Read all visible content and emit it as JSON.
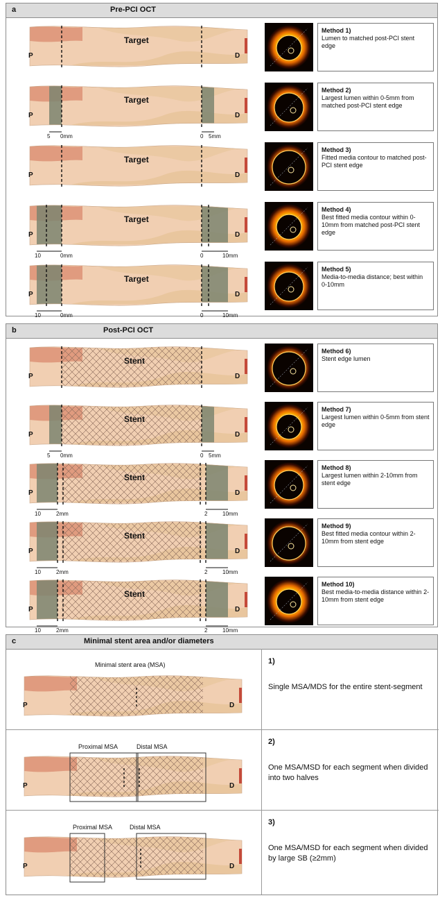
{
  "panel_a": {
    "letter": "a",
    "title": "Pre-PCI OCT",
    "rows": [
      {
        "label": "Target",
        "method_title": "Method 1)",
        "method_desc": "Lumen to matched post-PCI stent edge",
        "scale_left": null,
        "scale_right": null
      },
      {
        "label": "Target",
        "method_title": "Method 2)",
        "method_desc": "Largest lumen within 0-5mm from matched post-PCI stent edge",
        "scale_left": [
          "5",
          "0mm"
        ],
        "scale_right": [
          "0",
          "5mm"
        ]
      },
      {
        "label": "Target",
        "method_title": "Method 3)",
        "method_desc": "Fitted media contour to matched post-PCI stent edge",
        "scale_left": null,
        "scale_right": null
      },
      {
        "label": "Target",
        "method_title": "Method 4)",
        "method_desc": "Best fitted media contour within 0-10mm from matched post-PCI stent edge",
        "scale_left": [
          "10",
          "0mm"
        ],
        "scale_right": [
          "0",
          "10mm"
        ]
      },
      {
        "label": "Target",
        "method_title": "Method 5)",
        "method_desc": "Media-to-media distance; best within 0-10mm",
        "scale_left": [
          "10",
          "0mm"
        ],
        "scale_right": [
          "0",
          "10mm"
        ]
      }
    ]
  },
  "panel_b": {
    "letter": "b",
    "title": "Post-PCI OCT",
    "rows": [
      {
        "label": "Stent",
        "method_title": "Method 6)",
        "method_desc": "Stent edge lumen",
        "scale_left": null,
        "scale_right": null
      },
      {
        "label": "Stent",
        "method_title": "Method 7)",
        "method_desc": "Largest lumen within 0-5mm from stent edge",
        "scale_left": [
          "5",
          "0mm"
        ],
        "scale_right": [
          "0",
          "5mm"
        ]
      },
      {
        "label": "Stent",
        "method_title": "Method 8)",
        "method_desc": "Largest lumen within 2-10mm from stent edge",
        "scale_left": [
          "10",
          "2mm"
        ],
        "scale_right": [
          "2",
          "10mm"
        ]
      },
      {
        "label": "Stent",
        "method_title": "Method 9)",
        "method_desc": "Best fitted media contour within 2-10mm from stent edge",
        "scale_left": [
          "10",
          "2mm"
        ],
        "scale_right": [
          "2",
          "10mm"
        ]
      },
      {
        "label": "Stent",
        "method_title": "Method 10)",
        "method_desc": "Best media-to-media distance within 2-10mm from stent edge",
        "scale_left": [
          "10",
          "2mm"
        ],
        "scale_right": [
          "2",
          "10mm"
        ]
      }
    ]
  },
  "panel_c": {
    "letter": "c",
    "title": "Minimal stent area and/or diameters",
    "rows": [
      {
        "num": "1)",
        "desc": "Single MSA/MDS for the entire stent-segment",
        "label_1": "Minimal stent area (MSA)",
        "label_2": ""
      },
      {
        "num": "2)",
        "desc": "One MSA/MSD for each segment when divided into two halves",
        "label_1": "Proximal MSA",
        "label_2": "Distal MSA"
      },
      {
        "num": "3)",
        "desc": "One MSA/MSD for each segment when divided by large SB (≥2mm)",
        "label_1": "Proximal MSA",
        "label_2": "Distal MSA"
      }
    ]
  },
  "vessel": {
    "proximal": "P",
    "distal": "D"
  },
  "colors": {
    "vessel": "#f1cfb2",
    "plaque": "#e8c49a",
    "proximal_red": "#d98a6e",
    "edge_red": "#c44a3a",
    "band": "#7d8570",
    "mesh": "#8a6a5a"
  }
}
